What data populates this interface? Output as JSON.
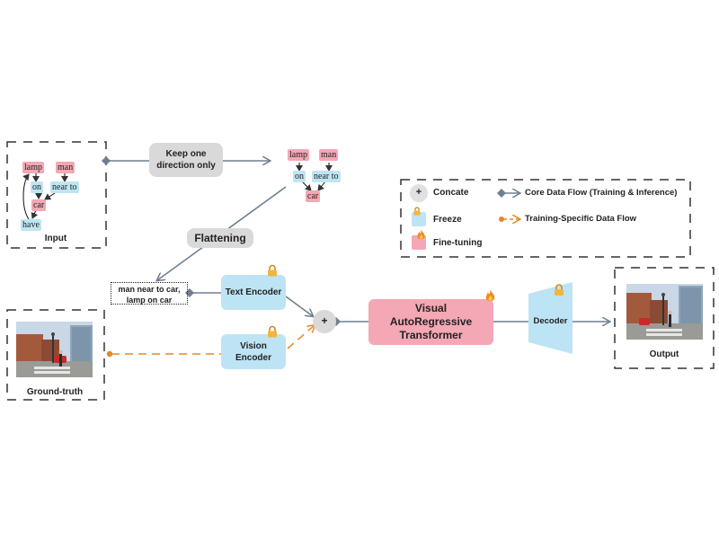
{
  "graph": {
    "nodes": {
      "lamp": "lamp",
      "man": "man",
      "on": "on",
      "near_to": "near to",
      "car": "car",
      "have": "have"
    }
  },
  "labels": {
    "input": "Input",
    "keep_one_direction": "Keep one direction only",
    "flattening": "Flattening",
    "flattened_text": "man near to car, lamp on car",
    "text_encoder": "Text Encoder",
    "vision_encoder": "Vision Encoder",
    "ground_truth": "Ground-truth",
    "concat_symbol": "+",
    "var_transformer": "Visual AutoRegressive Transformer",
    "decoder": "Decoder",
    "output": "Output"
  },
  "legend": {
    "concate": "Concate",
    "freeze": "Freeze",
    "fine_tuning": "Fine-tuning",
    "core_flow": "Core Data Flow (Training & Inference)",
    "training_flow": "Training-Specific Data Flow"
  },
  "colors": {
    "pink": "#f4a7b4",
    "blue": "#bfe5f3",
    "gray_arrow": "#6f7f90",
    "orange_arrow": "#e08a2a",
    "lock": "#f5b43c"
  },
  "icons": {
    "freeze": "lock-icon",
    "fine_tuning": "flame-icon",
    "concat": "plus-circle-icon"
  }
}
